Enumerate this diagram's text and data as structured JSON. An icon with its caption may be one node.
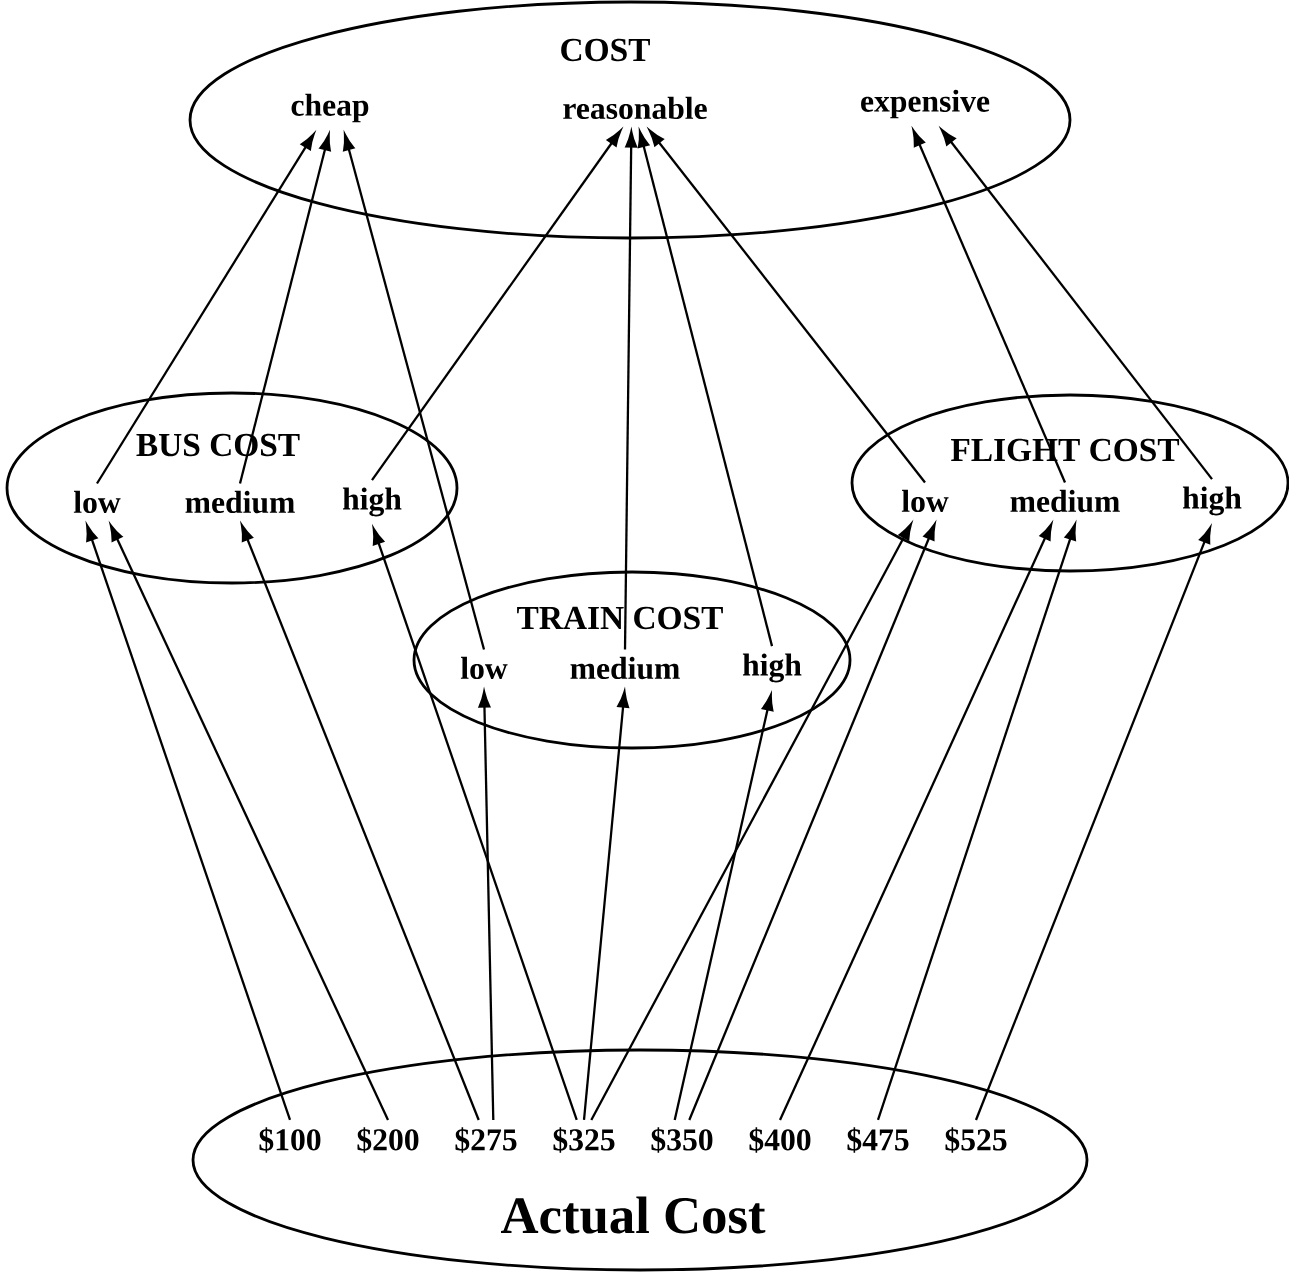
{
  "diagram": {
    "nodes": [
      {
        "text": [
          "COST"
        ]
      },
      {
        "text": [
          "cheap"
        ],
        "in": 0
      },
      {
        "text": [
          "reasonable"
        ],
        "in": 0
      },
      {
        "text": [
          "expensive"
        ],
        "in": 0
      },
      {
        "text": [
          "BUS COST"
        ]
      },
      {
        "text": [
          "low"
        ],
        "in": 4
      },
      {
        "text": [
          "medium"
        ],
        "in": 4
      },
      {
        "text": [
          "high"
        ],
        "in": 4
      },
      {
        "text": [
          "TRAIN COST"
        ]
      },
      {
        "text": [
          "low"
        ],
        "in": 8
      },
      {
        "text": [
          "medium"
        ],
        "in": 8
      },
      {
        "text": [
          "high"
        ],
        "in": 8
      },
      {
        "text": [
          "FLIGHT COST"
        ]
      },
      {
        "text": [
          "low"
        ],
        "in": 12
      },
      {
        "text": [
          "medium"
        ],
        "in": 12
      },
      {
        "text": [
          "high"
        ],
        "in": 12
      },
      {
        "text": [
          "Actual Cost"
        ]
      },
      {
        "text": [
          "$100"
        ],
        "in": 16
      },
      {
        "text": [
          "$200"
        ],
        "in": 16
      },
      {
        "text": [
          "$275"
        ],
        "in": 16
      },
      {
        "text": [
          "$325"
        ],
        "in": 16
      },
      {
        "text": [
          "$350"
        ],
        "in": 16
      },
      {
        "text": [
          "$400"
        ],
        "in": 16
      },
      {
        "text": [
          "$475"
        ],
        "in": 16
      },
      {
        "text": [
          "$525"
        ],
        "in": 16
      }
    ],
    "edges": [
      {
        "from": 5,
        "to": 1,
        "arrow": "to"
      },
      {
        "from": 6,
        "to": 1,
        "arrow": "to"
      },
      {
        "from": 9,
        "to": 1,
        "arrow": "to"
      },
      {
        "from": 7,
        "to": 2,
        "arrow": "to"
      },
      {
        "from": 10,
        "to": 2,
        "arrow": "to"
      },
      {
        "from": 11,
        "to": 2,
        "arrow": "to"
      },
      {
        "from": 13,
        "to": 2,
        "arrow": "to"
      },
      {
        "from": 14,
        "to": 3,
        "arrow": "to"
      },
      {
        "from": 15,
        "to": 3,
        "arrow": "to"
      },
      {
        "from": 17,
        "to": 5,
        "arrow": "to"
      },
      {
        "from": 18,
        "to": 5,
        "arrow": "to"
      },
      {
        "from": 19,
        "to": 6,
        "arrow": "to"
      },
      {
        "from": 19,
        "to": 9,
        "arrow": "to"
      },
      {
        "from": 20,
        "to": 7,
        "arrow": "to"
      },
      {
        "from": 20,
        "to": 10,
        "arrow": "to"
      },
      {
        "from": 20,
        "to": 13,
        "arrow": "to"
      },
      {
        "from": 21,
        "to": 11,
        "arrow": "to"
      },
      {
        "from": 21,
        "to": 13,
        "arrow": "to"
      },
      {
        "from": 22,
        "to": 14,
        "arrow": "to"
      },
      {
        "from": 23,
        "to": 14,
        "arrow": "to"
      },
      {
        "from": 24,
        "to": 15,
        "arrow": "to"
      }
    ]
  }
}
